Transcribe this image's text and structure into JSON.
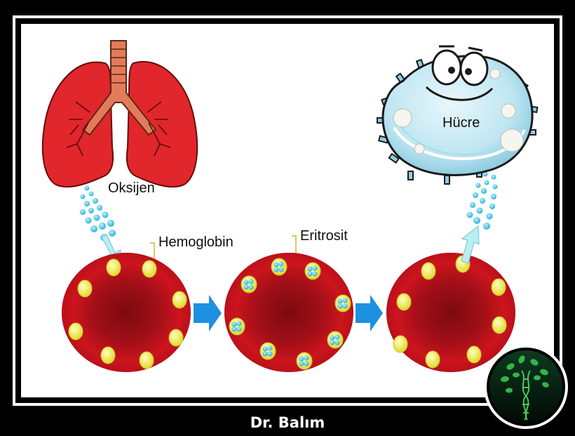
{
  "labels": {
    "oxygen": "Oksijen",
    "hemoglobin": "Hemoglobin",
    "erythrocyte": "Eritrosit",
    "cell": "Hücre"
  },
  "footer": {
    "credit": "Dr. Balım"
  },
  "colors": {
    "cell_red": "#c4111b",
    "cell_center": "#8e0d13",
    "hemoglobin_yellow": "#f2ee5a",
    "oxygen_cyan": "#44c6e6",
    "arrow_blue": "#1e90e0",
    "lung_red": "#e1262c",
    "trachea": "#e37b5a",
    "body_cell_blue": "#bfe6f2"
  },
  "icons": [
    "lungs-icon",
    "smiling-cell-icon",
    "dna-tree-logo-icon",
    "right-arrow-icon",
    "up-arrow-icon"
  ]
}
